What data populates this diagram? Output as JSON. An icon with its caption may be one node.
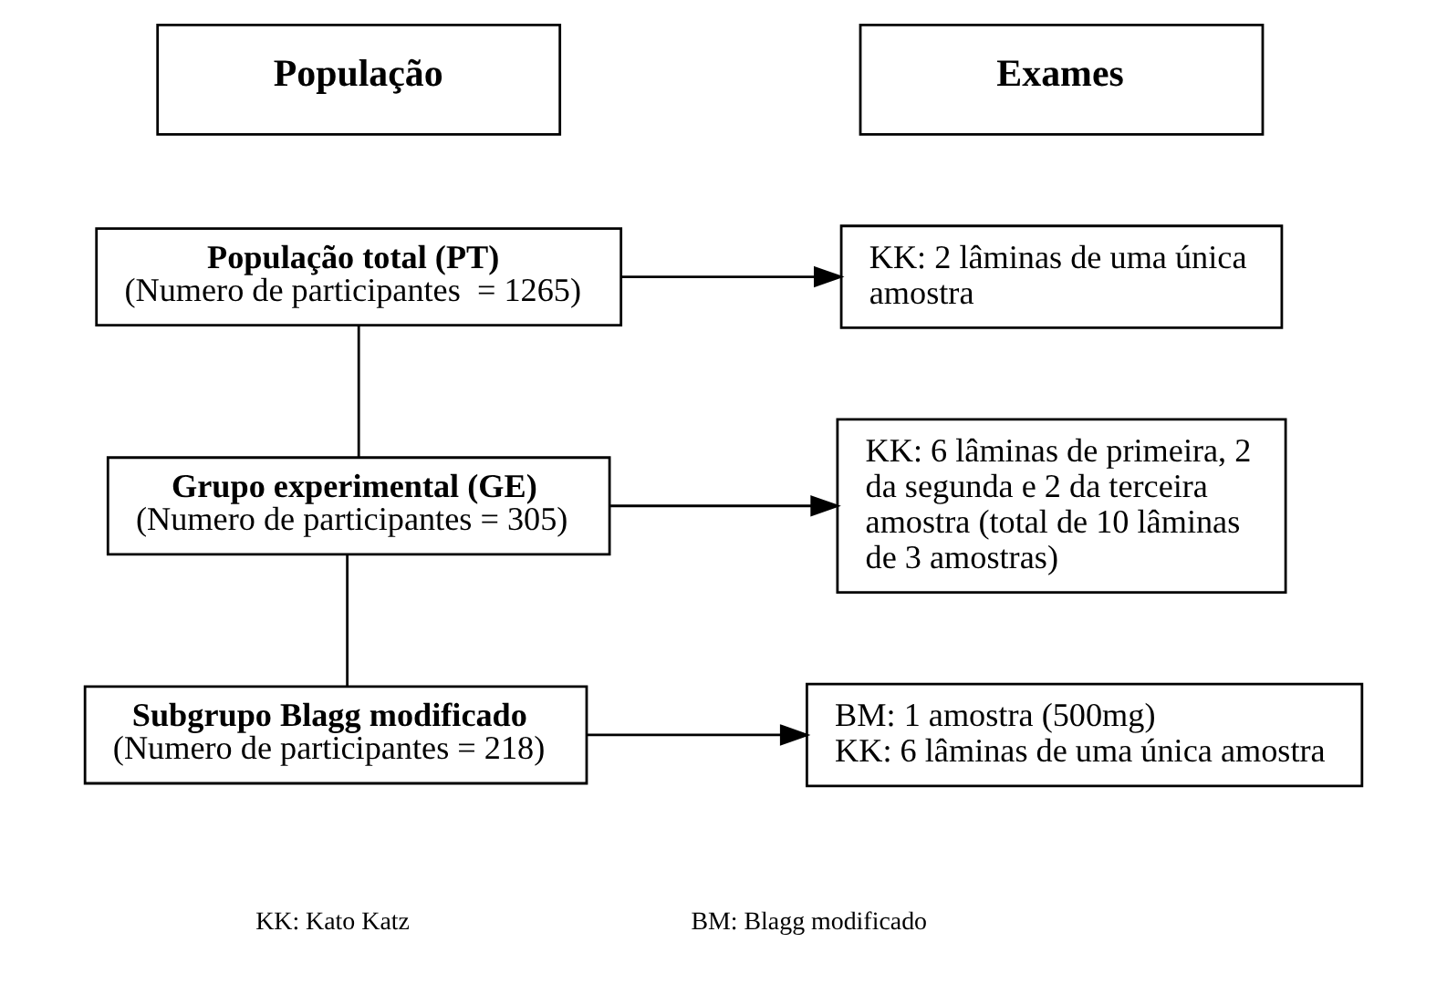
{
  "diagram": {
    "nodes": [
      {
        "text": [
          "População"
        ]
      },
      {
        "text": [
          "Exames"
        ]
      },
      {
        "text": [
          "População total (PT)",
          "(Numero de participantes  = 1265)"
        ]
      },
      {
        "text": [
          "KK: 2 lâminas de uma única amostra"
        ]
      },
      {
        "text": [
          "Grupo experimental (GE)",
          "(Numero de participantes = 305)"
        ]
      },
      {
        "text": [
          "KK: 6 lâminas de primeira, 2 da segunda e 2 da terceira amostra (total de 10 lâminas de 3 amostras)"
        ]
      },
      {
        "text": [
          "Subgrupo Blagg modificado",
          "(Numero de participantes = 218)"
        ]
      },
      {
        "text": [
          "BM: 1 amostra (500mg)",
          "KK: 6 lâminas de uma única amostra"
        ]
      }
    ],
    "edges": [
      {
        "from": 2,
        "to": 3,
        "arrow": "to"
      },
      {
        "from": 2,
        "to": 4,
        "arrow": "none"
      },
      {
        "from": 4,
        "to": 5,
        "arrow": "to"
      },
      {
        "from": 4,
        "to": 6,
        "arrow": "none"
      },
      {
        "from": 6,
        "to": 7,
        "arrow": "to"
      }
    ],
    "labels": [
      "KK: Kato Katz",
      "BM: Blagg modificado"
    ]
  }
}
